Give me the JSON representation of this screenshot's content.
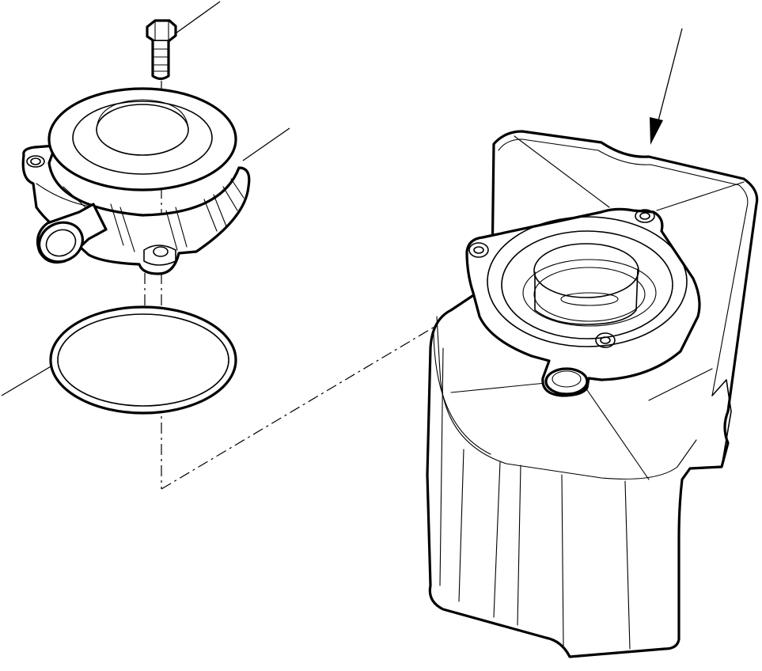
{
  "diagram": {
    "parts": [
      {
        "id": "bolt",
        "icon": "hex-bolt-icon"
      },
      {
        "id": "cover",
        "icon": "breather-cover-icon"
      },
      {
        "id": "o-ring",
        "icon": "o-ring-icon"
      },
      {
        "id": "housing",
        "icon": "housing-icon"
      }
    ],
    "leaders": 4,
    "callout_arrow": true
  }
}
